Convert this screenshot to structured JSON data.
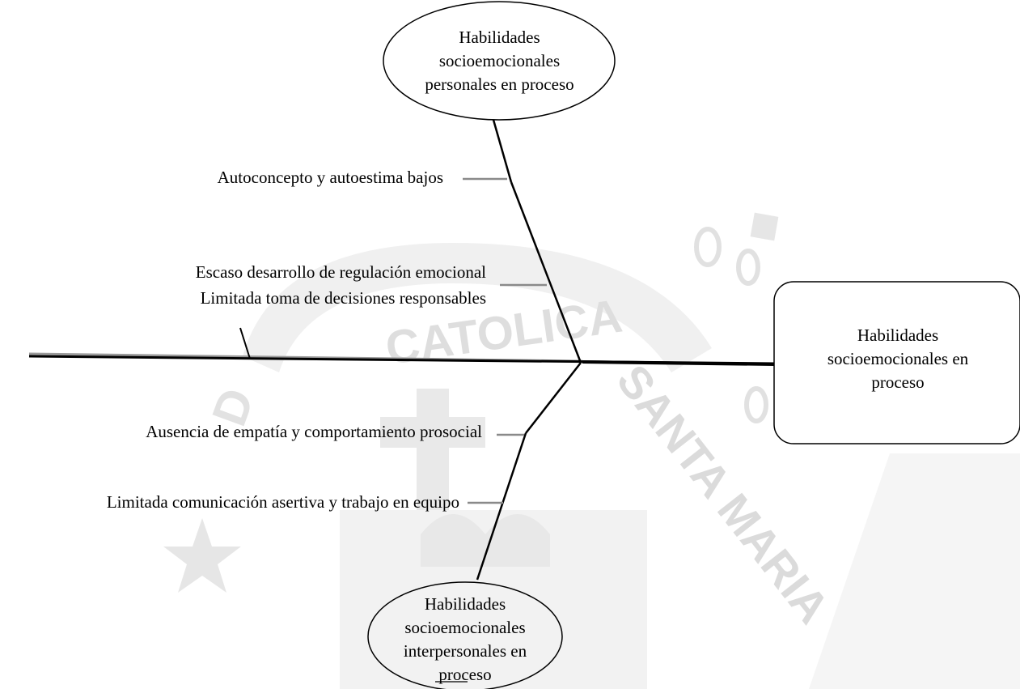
{
  "diagram": {
    "effect": {
      "lines": [
        "Habilidades",
        "socioemocionales en",
        "proceso"
      ]
    },
    "categories": {
      "top": {
        "lines": [
          "Habilidades",
          "socioemocionales",
          "personales en proceso"
        ]
      },
      "bottom": {
        "lines": [
          "Habilidades",
          "socioemocionales",
          "interpersonales en",
          "proceso"
        ]
      }
    },
    "causes": {
      "autoconcepto": "Autoconcepto y autoestima bajos",
      "regulacion": "Escaso desarrollo de regulación emocional",
      "decisiones": "Limitada toma de decisiones responsables",
      "empatia": "Ausencia de empatía y comportamiento prosocial",
      "comunicacion": "Limitada comunicación asertiva y trabajo en equipo"
    },
    "watermark": {
      "words": [
        "CATOLICA",
        "SANTA MARIA",
        "D"
      ],
      "color": "#d9d9d9"
    }
  }
}
